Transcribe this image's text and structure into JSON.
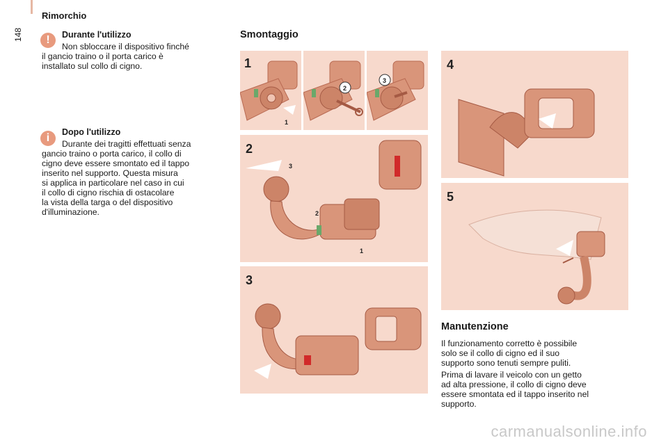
{
  "header": {
    "chapter": "Rimorchio",
    "page_number": "148"
  },
  "warning_note": {
    "icon": "warning-icon",
    "icon_glyph": "!",
    "title": "Durante l'utilizzo",
    "lines": [
      "Non sbloccare il dispositivo finché",
      "il gancio traino o il porta carico è",
      "installato sul collo di cigno."
    ]
  },
  "info_note": {
    "icon": "info-icon",
    "icon_glyph": "i",
    "title": "Dopo l'utilizzo",
    "lines": [
      "Durante dei tragitti effettuati senza",
      "gancio traino o porta carico, il collo di",
      "cigno deve essere smontato ed il tappo",
      "inserito nel supporto. Questa misura",
      "si applica in particolare nel caso in cui",
      "il collo di cigno rischia di ostacolare",
      "la vista della targa o del dispositivo",
      "d'illuminazione."
    ]
  },
  "smontaggio": {
    "title": "Smontaggio"
  },
  "illustrations": {
    "step1": {
      "number": "1",
      "callouts": [
        "1",
        "2",
        "3"
      ]
    },
    "step2": {
      "number": "2",
      "callouts": [
        "3",
        "2",
        "1"
      ]
    },
    "step3": {
      "number": "3"
    },
    "step4": {
      "number": "4"
    },
    "step5": {
      "number": "5"
    }
  },
  "manutenzione": {
    "title": "Manutenzione",
    "para1": [
      "Il funzionamento corretto è possibile",
      "solo se il collo di cigno ed il suo",
      "supporto sono tenuti sempre puliti."
    ],
    "para2": [
      "Prima di lavare il veicolo con un getto",
      "ad alta pressione, il collo di cigno deve",
      "essere smontata ed il tappo inserito nel",
      "supporto."
    ]
  },
  "watermark": "carmanualsonline.info",
  "colors": {
    "accent": "#e89a7e",
    "panel": "#f7d9cc",
    "part": "#d9957a",
    "part_dark": "#b86a52"
  }
}
